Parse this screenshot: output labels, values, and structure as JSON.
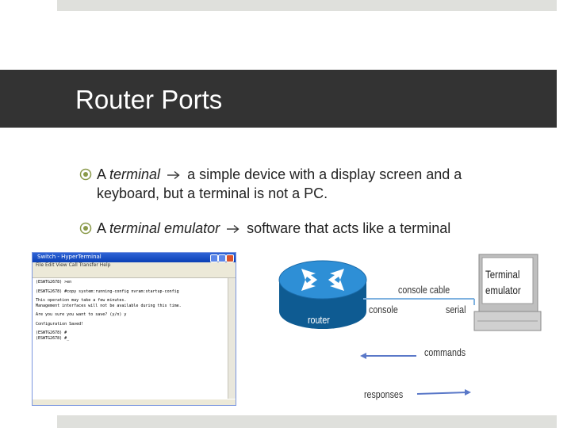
{
  "slide": {
    "title": "Router Ports",
    "bullets": [
      {
        "term": "terminal",
        "prefix": "A",
        "definition": "a simple device with a display screen and a",
        "continuation": "keyboard, but a terminal is not a PC."
      },
      {
        "term": "terminal emulator",
        "prefix": "A",
        "definition": "software that acts like a terminal"
      }
    ]
  },
  "terminal_window": {
    "title": "Switch - HyperTerminal",
    "menu": "File  Edit  View  Call  Transfer  Help",
    "lines": [
      "(ESWTG2678) >en",
      "(ESWTG2678) #copy system:running-config nvram:startup-config",
      "This operation may take a few minutes.",
      "Management interfaces will not be available during this time.",
      "Are you sure you want to save? (y/n) y",
      "Configuration Saved!",
      "(ESWTG2678) #",
      "(ESWTG2678) #_"
    ]
  },
  "diagram": {
    "router_label": "router",
    "console_cable_label": "console cable",
    "console_label": "console",
    "serial_label": "serial",
    "terminal_label_line1": "Terminal",
    "terminal_label_line2": "emulator",
    "commands_label": "commands",
    "responses_label": "responses",
    "colors": {
      "router_blue": "#1f7fc6",
      "router_dark": "#0e5b92",
      "arrow_blue": "#4f6fc4",
      "cable_blue": "#6aa3d8"
    }
  }
}
